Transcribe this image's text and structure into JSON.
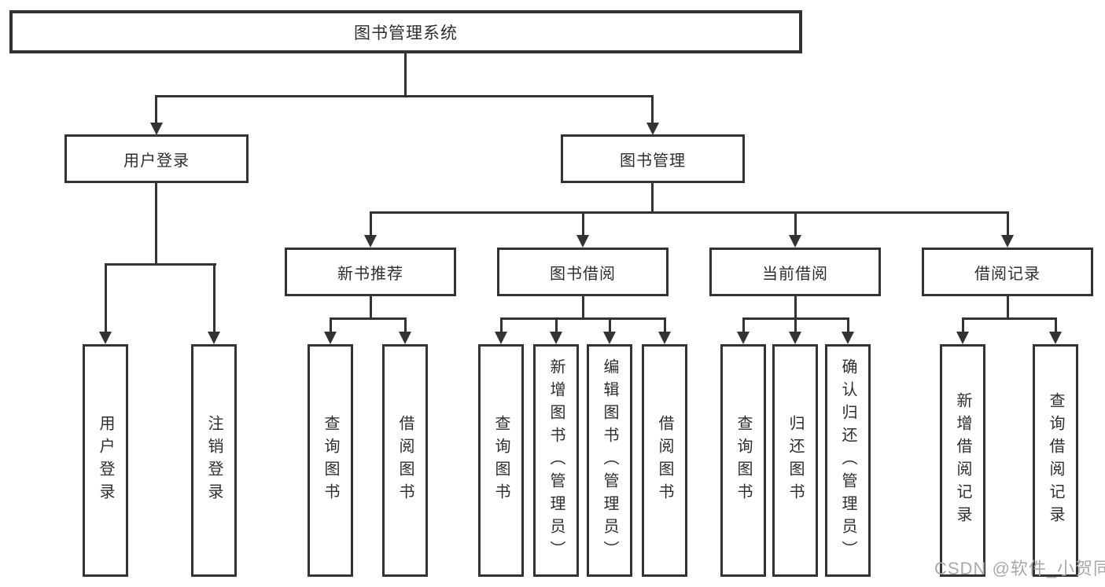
{
  "colors": {
    "line": "#333333",
    "text": "#2e2e2e",
    "box-bg": "#ffffff",
    "page-bg": "#ffffff",
    "watermark": "#a9a9a9"
  },
  "tree": {
    "root": {
      "label": "图书管理系统"
    },
    "children": [
      {
        "label": "用户登录",
        "children": [
          {
            "label": "用户登录"
          },
          {
            "label": "注销登录"
          }
        ]
      },
      {
        "label": "图书管理",
        "children": [
          {
            "label": "新书推荐",
            "children": [
              {
                "label": "查询图书"
              },
              {
                "label": "借阅图书"
              }
            ]
          },
          {
            "label": "图书借阅",
            "children": [
              {
                "label": "查询图书"
              },
              {
                "label": "新增图书（管理员）"
              },
              {
                "label": "编辑图书（管理员）"
              },
              {
                "label": "借阅图书"
              }
            ]
          },
          {
            "label": "当前借阅",
            "children": [
              {
                "label": "查询图书"
              },
              {
                "label": "归还图书"
              },
              {
                "label": "确认归还（管理员）"
              }
            ]
          },
          {
            "label": "借阅记录",
            "children": [
              {
                "label": "新增借阅记录"
              },
              {
                "label": "查询借阅记录"
              }
            ]
          }
        ]
      }
    ]
  },
  "watermark": {
    "text": "CSDN @软件_小贺同学"
  }
}
